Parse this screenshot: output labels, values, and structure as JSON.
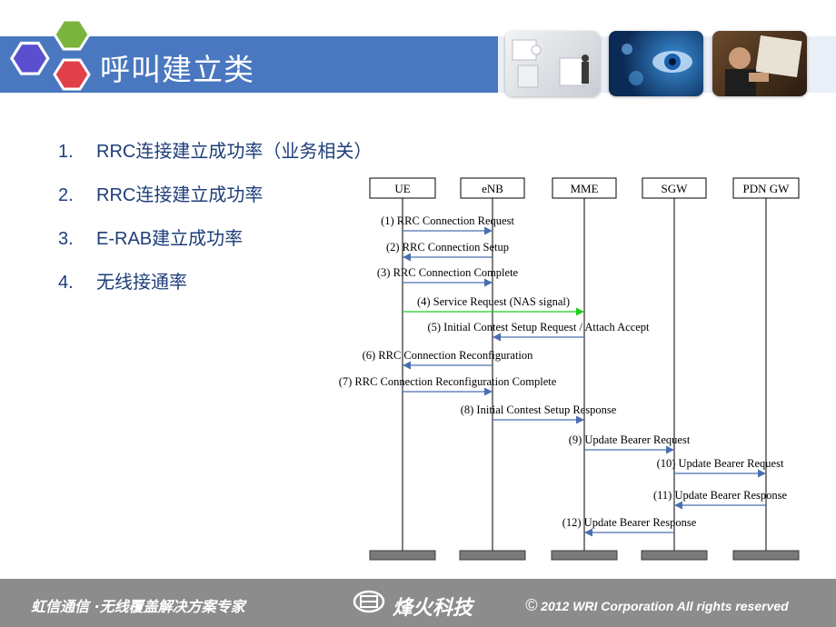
{
  "slide": {
    "title": "呼叫建立类",
    "items": [
      {
        "num": "1.",
        "text": "RRC连接建立成功率（业务相关）"
      },
      {
        "num": "2.",
        "text": "RRC连接建立成功率"
      },
      {
        "num": "3.",
        "text": "E-RAB建立成功率"
      },
      {
        "num": "4.",
        "text": "无线接通率"
      }
    ]
  },
  "diagram": {
    "entities": [
      "UE",
      "eNB",
      "MME",
      "SGW",
      "PDN GW"
    ],
    "messages": [
      {
        "label": "(1) RRC Connection Request",
        "from": 0,
        "to": 1
      },
      {
        "label": "(2) RRC Connection Setup",
        "from": 1,
        "to": 0
      },
      {
        "label": "(3) RRC Connection Complete",
        "from": 0,
        "to": 1
      },
      {
        "label": "(4) Service Request (NAS signal)",
        "from": 0,
        "to": 2,
        "color": "#22cc22"
      },
      {
        "label": "(5) Initial Contest Setup Request / Attach Accept",
        "from": 2,
        "to": 1
      },
      {
        "label": "(6) RRC Connection Reconfiguration",
        "from": 1,
        "to": 0
      },
      {
        "label": "(7) RRC Connection Reconfiguration Complete",
        "from": 0,
        "to": 1
      },
      {
        "label": "(8) Initial Contest Setup Response",
        "from": 1,
        "to": 2
      },
      {
        "label": "(9) Update Bearer Request",
        "from": 2,
        "to": 3
      },
      {
        "label": "(10) Update Bearer Request",
        "from": 3,
        "to": 4
      },
      {
        "label": "(11) Update Bearer Response",
        "from": 4,
        "to": 3
      },
      {
        "label": "(12) Update Bearer Response",
        "from": 3,
        "to": 2
      }
    ],
    "arrow_color": "#4a6fb0"
  },
  "footer": {
    "left": "虹信通信  ·无线覆盖解决方案专家",
    "brand": "烽火科技",
    "copyright_symbol": "©",
    "copyright": " 2012  WRI  Corporation   All rights reserved"
  },
  "colors": {
    "header_blue": "#4a78c0",
    "text_blue": "#1f3e7a",
    "footer_gray": "#8c8c8c"
  }
}
